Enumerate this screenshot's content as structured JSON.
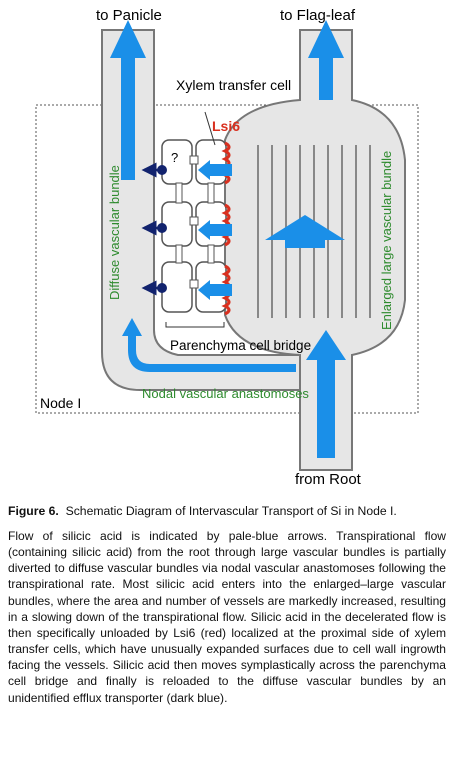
{
  "figure": {
    "labels": {
      "to_panicle": "to Panicle",
      "to_flag_leaf": "to Flag-leaf",
      "xylem_transfer_cell": "Xylem transfer cell",
      "lsi6": "Lsi6",
      "unknown": "?",
      "diffuse_bundle": "Diffuse vascular bundle",
      "enlarged_bundle": "Enlarged large vascular bundle",
      "parenchyma_bridge": "Parenchyma cell bridge",
      "anastomoses": "Nodal vascular anastomoses",
      "node": "Node I",
      "from_root": "from Root"
    },
    "colors": {
      "silicic_acid_flow": "#1a8fe8",
      "lsi6": "#d9301f",
      "efflux_transporter": "#12236e",
      "bundle_fill": "#e6e6e6",
      "bundle_outline": "#777777",
      "label_green": "#2e8b2e"
    }
  },
  "caption": {
    "figure_number": "Figure 6.",
    "title": "Schematic Diagram of Intervascular Transport of Si in Node I.",
    "body": "Flow of silicic acid is indicated by pale-blue arrows. Transpirational flow (containing silicic acid) from the root through large vascular bundles is partially diverted to diffuse vascular bundles via nodal vascular anastomoses following the transpirational rate. Most silicic acid enters into the enlarged–large vascular bundles, where the area and number of vessels are markedly increased, resulting in a slowing down of the transpirational flow. Silicic acid in the decelerated flow is then specifically unloaded by Lsi6 (red) localized at the proximal side of xylem transfer cells, which have unusually expanded surfaces due to cell wall ingrowth facing the vessels. Silicic acid then moves symplastically across the parenchyma cell bridge and finally is reloaded to the diffuse vascular bundles by an unidentified efflux transporter (dark blue)."
  }
}
